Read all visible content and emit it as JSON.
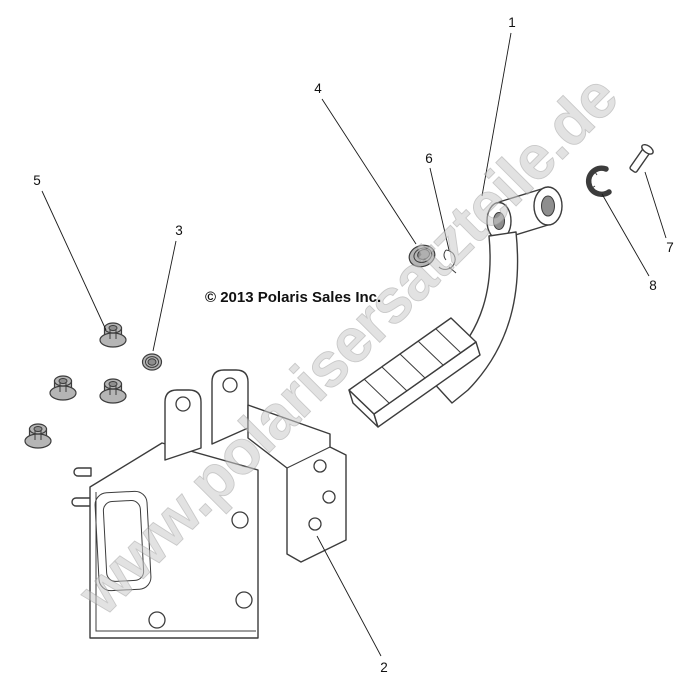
{
  "page": {
    "background": "#ffffff"
  },
  "diagram": {
    "copyright": "© 2013 Polaris Sales Inc.",
    "watermark": "www.polarisersatzteile.de",
    "colors": {
      "line": "#3c3c3c",
      "metal": "#b5b5b5",
      "metal_dark": "#8e8e8e",
      "watermark_fill": "#cccccc",
      "watermark_stroke": "#9d9d9d"
    },
    "callouts": [
      {
        "number": "1",
        "part": "pedal-assembly"
      },
      {
        "number": "2",
        "part": "mounting-bracket"
      },
      {
        "number": "3",
        "part": "push-nut-washer"
      },
      {
        "number": "4",
        "part": "pivot-bushing"
      },
      {
        "number": "5",
        "part": "flange-nut"
      },
      {
        "number": "6",
        "part": "retainer-clip"
      },
      {
        "number": "7",
        "part": "pin"
      },
      {
        "number": "8",
        "part": "e-clip"
      }
    ]
  }
}
